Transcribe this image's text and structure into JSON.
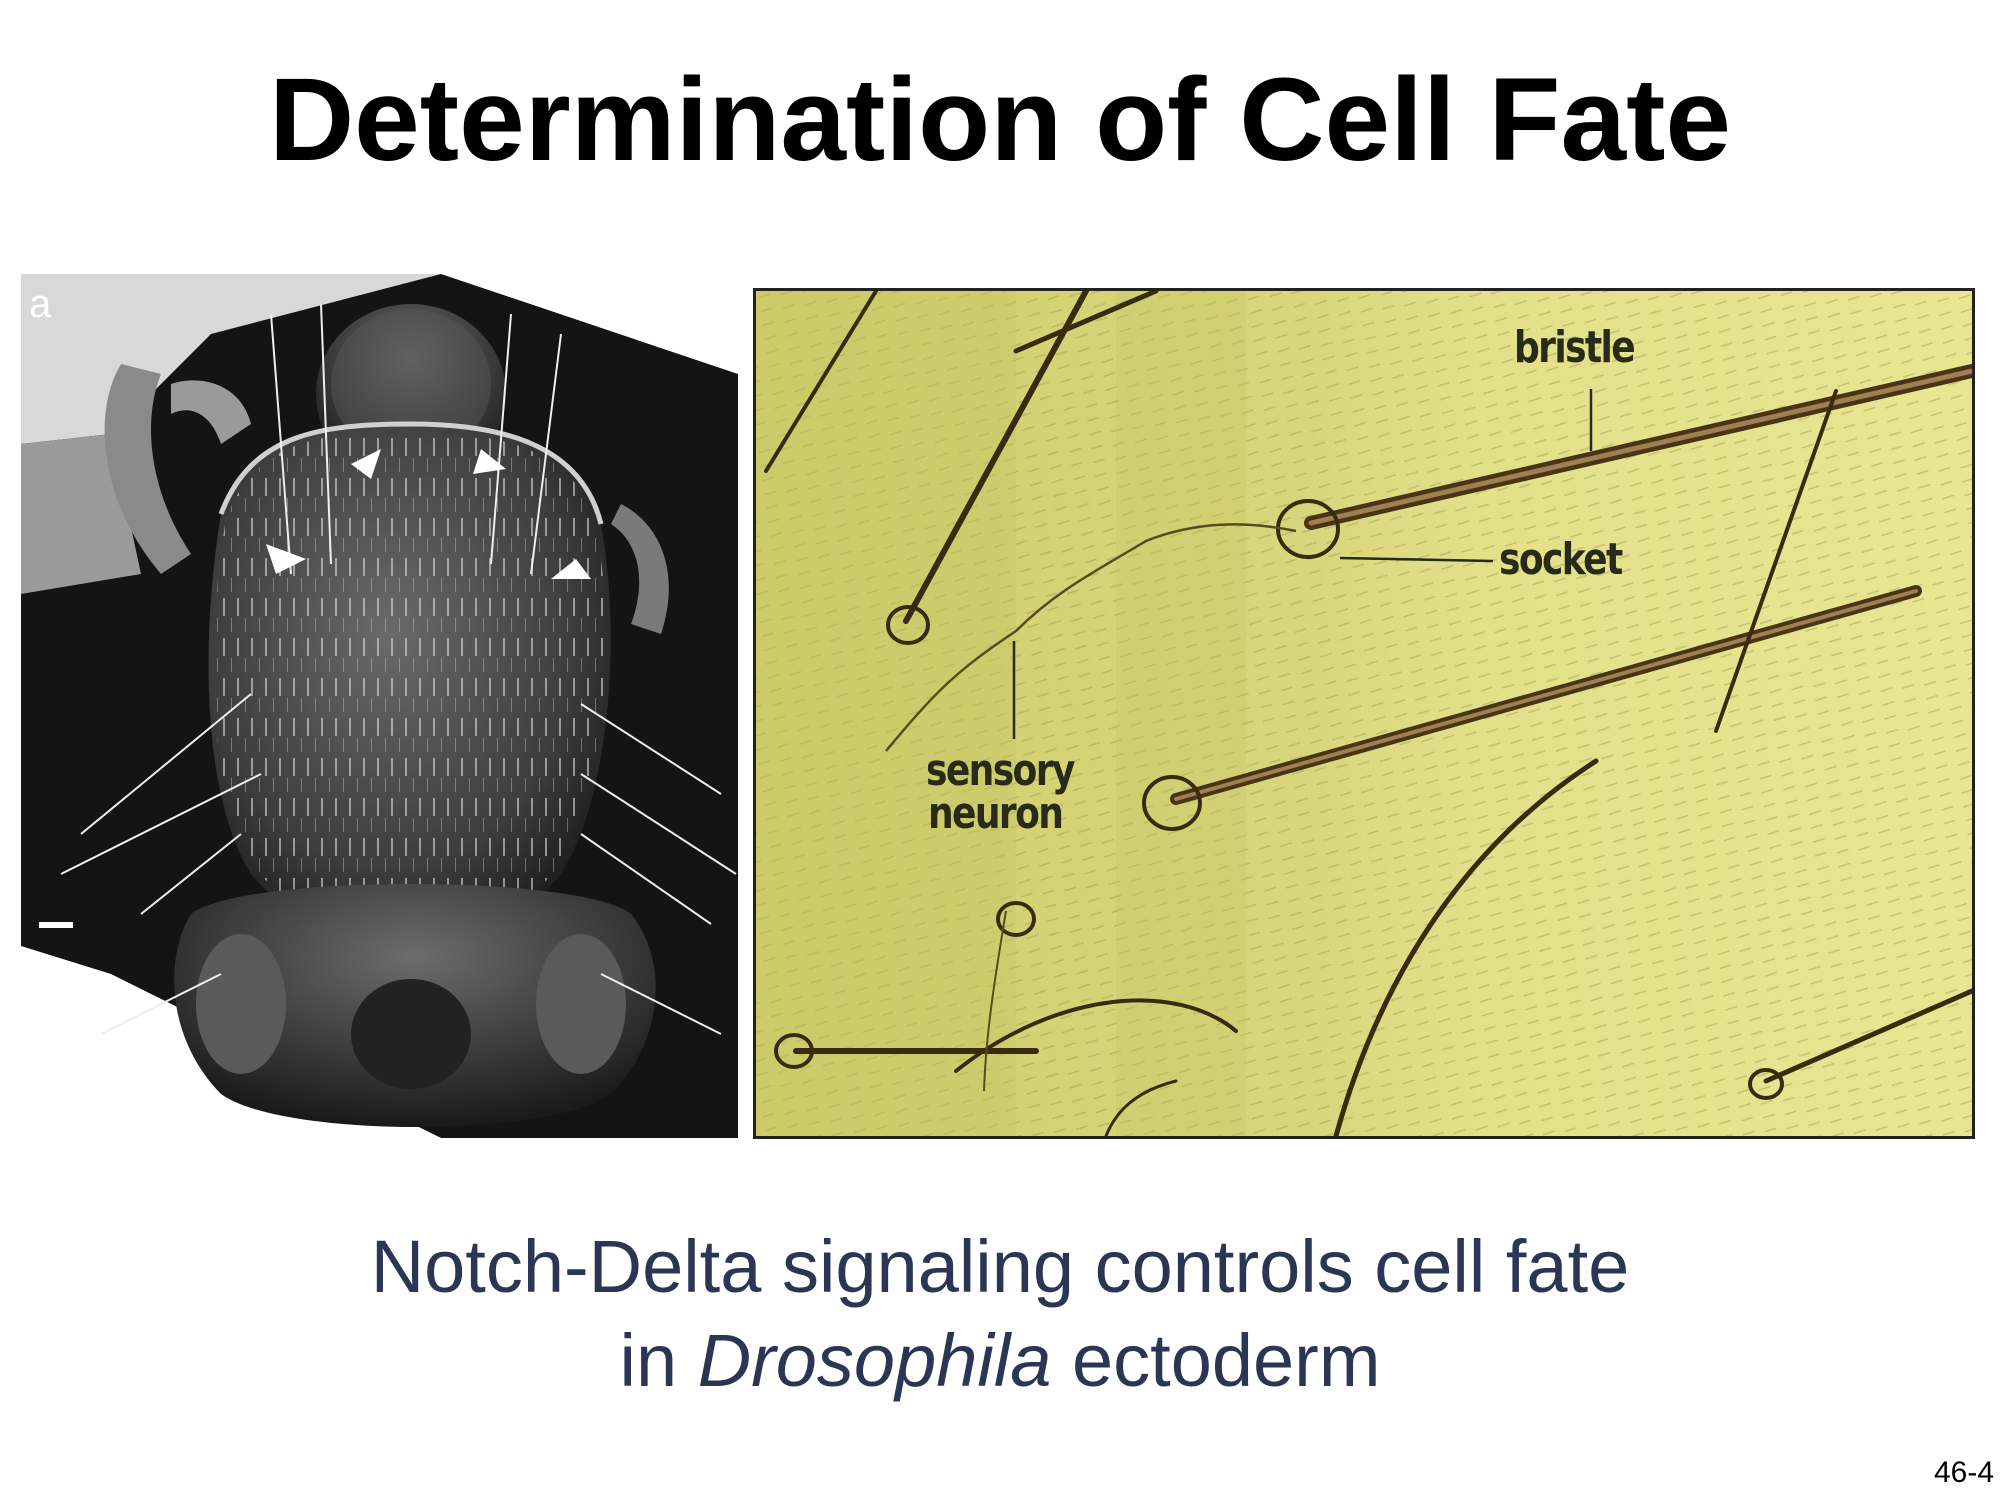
{
  "slide": {
    "title": "Determination of Cell Fate",
    "caption_line1": "Notch-Delta signaling controls cell fate",
    "caption_line2_prefix": "in ",
    "caption_line2_italic": "Drosophila",
    "caption_line2_suffix": " ectoderm",
    "slide_number": "46-4"
  },
  "left_figure": {
    "panel_letter": "a"
  },
  "right_figure": {
    "labels": {
      "bristle": "bristle",
      "socket": "socket",
      "sensory_line1": "sensory",
      "sensory_line2": "neuron"
    }
  },
  "colors": {
    "title": "#000000",
    "caption": "#2b3654",
    "micrograph_bg": "#d9d97a"
  }
}
